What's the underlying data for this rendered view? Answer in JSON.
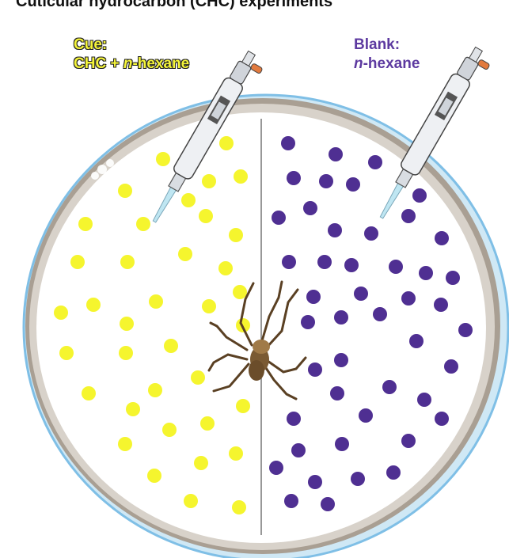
{
  "title": "Cuticular hydrocarbon (CHC) experiments",
  "cue": {
    "heading": "Cue:",
    "line_prefix": "CHC + ",
    "solvent_italic": "n",
    "solvent_rest": "-hexane"
  },
  "blank": {
    "heading": "Blank:",
    "solvent_italic": "n",
    "solvent_rest": "-hexane"
  },
  "colors": {
    "cue_dot": "#f5f52e",
    "blank_dot": "#4f2f92",
    "dish_rim": "#8cc7e8",
    "dish_wall": "#c9c2b8",
    "divider": "#777777"
  },
  "icons": [
    "pipette-icon",
    "spider-icon"
  ]
}
